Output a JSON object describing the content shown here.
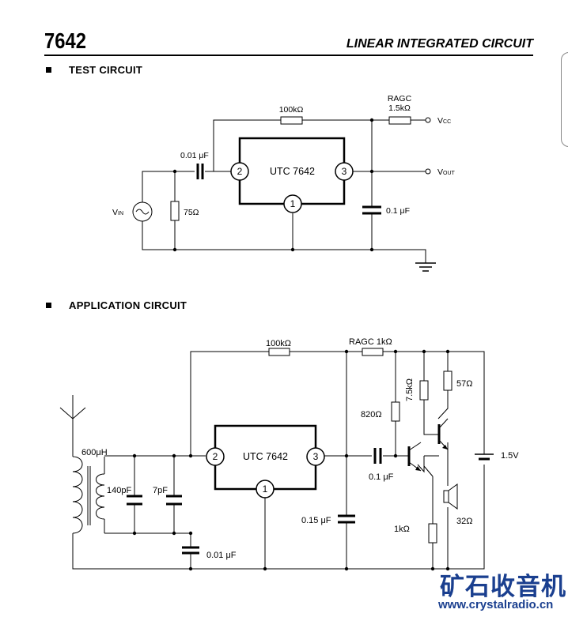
{
  "header": {
    "part_number": "7642",
    "title": "LINEAR INTEGRATED CIRCUIT"
  },
  "sections": {
    "test": "TEST CIRCUIT",
    "application": "APPLICATION CIRCUIT"
  },
  "test_circuit": {
    "ic_label": "UTC 7642",
    "pins": [
      "2",
      "3",
      "1"
    ],
    "r_feedback": "100kΩ",
    "ragc_name": "RAGC",
    "ragc_value": "1.5kΩ",
    "vcc_main": "V",
    "vcc_sub": "CC",
    "vout_main": "V",
    "vout_sub": "OUT",
    "vin_main": "V",
    "vin_sub": "IN",
    "c_in": "0.01 μF",
    "r_load": "75Ω",
    "c_bypass": "0.1 μF"
  },
  "application_circuit": {
    "ic_label": "UTC 7642",
    "pins": [
      "2",
      "3",
      "1"
    ],
    "r_feedback": "100kΩ",
    "ragc": "RAGC 1kΩ",
    "inductor": "600μH",
    "c_tune": "140pF",
    "c_trim": "7pF",
    "c_in": "0.01 μF",
    "c_bypass": "0.15 μF",
    "c_couple": "0.1 μF",
    "r_bias": "820Ω",
    "r_top": "7.5kΩ",
    "r_emitter": "1kΩ",
    "r_speaker": "57Ω",
    "speaker": "32Ω",
    "battery": "1.5V"
  },
  "watermark": {
    "chinese": "矿石收音机",
    "url": "www.crystalradio.cn"
  }
}
